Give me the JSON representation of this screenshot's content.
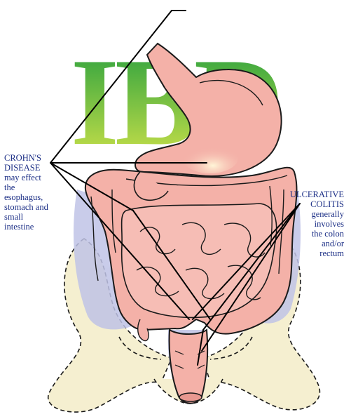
{
  "title": {
    "text": "IBD"
  },
  "labels": {
    "crohns": {
      "heading_lines": [
        "CROHN'S",
        "DISEASE"
      ],
      "body_lines": [
        "may effect",
        "the",
        "esophagus,",
        "stomach and",
        "small",
        "intestine"
      ]
    },
    "ulcerative_colitis": {
      "heading_lines": [
        "ULCERATIVE",
        "COLITIS"
      ],
      "body_lines": [
        "generally",
        "involves",
        "the colon",
        "and/or",
        "rectum"
      ]
    }
  },
  "colors": {
    "title_gradient_top": "#1a9a3d",
    "title_gradient_bottom": "#d8e64a",
    "label_text": "#1c2f86",
    "organ_fill": "#f4b1a8",
    "organ_outline": "#1a1a1a",
    "shadow": "#bfc3e6",
    "bone_fill": "#f5efd0",
    "pointer_lines": "#000000"
  }
}
